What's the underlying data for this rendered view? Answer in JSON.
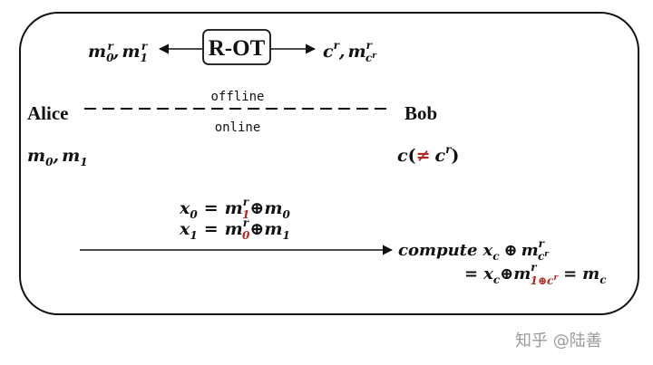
{
  "box_label": "R-OT",
  "left_top": {
    "m": "m",
    "sub0": "0",
    "sub1": "1",
    "sup": "r"
  },
  "right_top": {
    "c": "c",
    "m": "m",
    "sup": "r"
  },
  "alice": "Alice",
  "bob": "Bob",
  "offline": "offline",
  "online": "online",
  "alice_msgs": {
    "m": "m",
    "sub0": "0",
    "sub1": "1"
  },
  "bob_choice": {
    "c": "c",
    "neq": "≠",
    "cr": "c",
    "sup": "r"
  },
  "equations": {
    "x0": {
      "lhs": "x",
      "sub": "0",
      "sup": "r",
      "red_sub": "1",
      "rhs_m": "m",
      "rhs_sub": "0"
    },
    "x1": {
      "lhs": "x",
      "sub": "1",
      "sup": "r",
      "red_sub": "0",
      "rhs_m": "m",
      "rhs_sub": "1"
    }
  },
  "compute": {
    "word": "compute",
    "x": "x",
    "xsub": "c",
    "m": "m",
    "sup": "r",
    "msub": "c",
    "msubsup": "r"
  },
  "result": {
    "x": "x",
    "xsub": "c",
    "m": "m",
    "sup": "r",
    "red_sub": "1⊕c",
    "red_sup": "r",
    "mc": "m",
    "mcsub": "c"
  },
  "oplus": "⊕",
  "equals": "=",
  "comma": ",",
  "lparen": "(",
  "rparen": ")",
  "watermark": "知乎 @陆善"
}
